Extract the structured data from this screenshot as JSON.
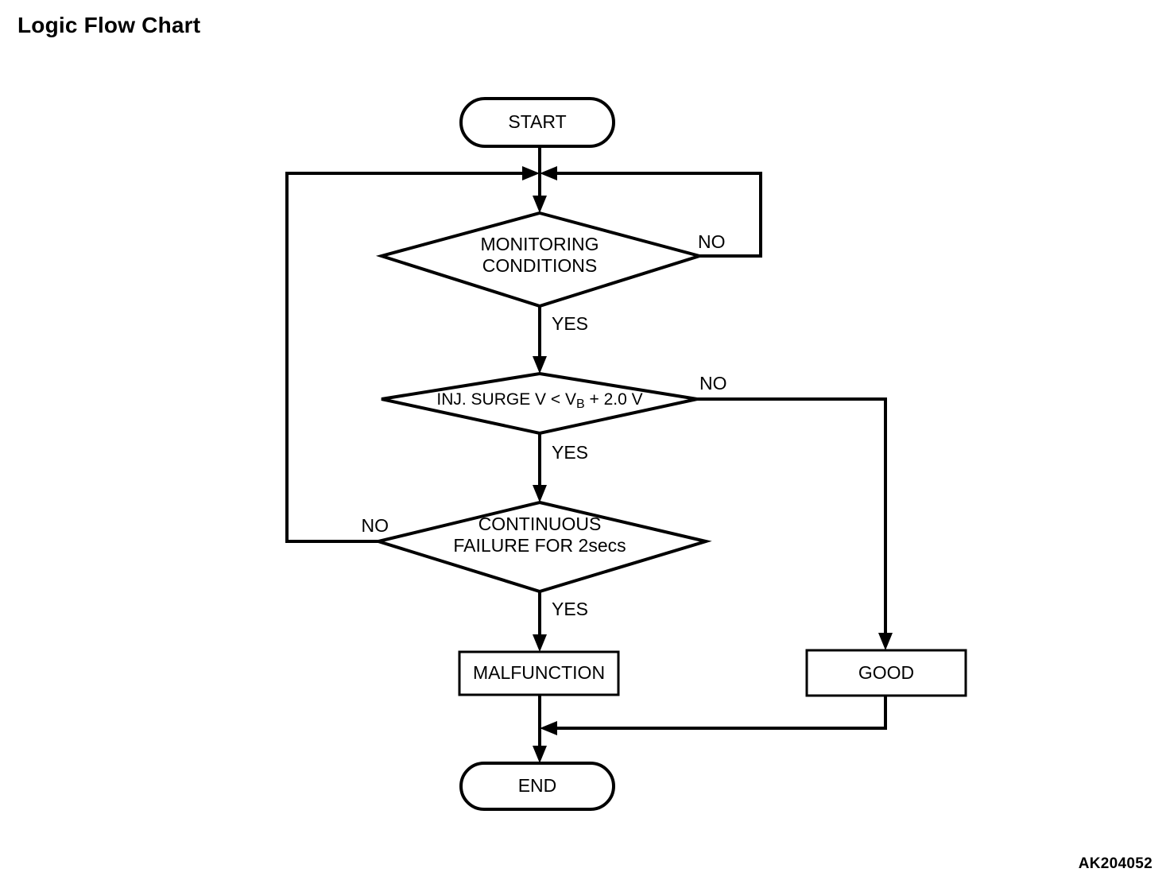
{
  "page": {
    "title": "Logic Flow Chart",
    "figure_code": "AK204052",
    "background_color": "#FFFFFF",
    "line_color": "#000000"
  },
  "chart_data": {
    "type": "diagram",
    "diagram_kind": "flowchart",
    "title": "Logic Flow Chart",
    "nodes": [
      {
        "id": "start",
        "shape": "terminator",
        "label": "START"
      },
      {
        "id": "monitoring",
        "shape": "decision",
        "label_line1": "MONITORING",
        "label_line2": "CONDITIONS"
      },
      {
        "id": "inj_surge",
        "shape": "decision",
        "label_line1": "INJ. SURGE V < V",
        "label_sub": "B",
        "label_line1_tail": " + 2.0 V"
      },
      {
        "id": "continuous",
        "shape": "decision",
        "label_line1": "CONTINUOUS",
        "label_line2": "FAILURE FOR 2secs"
      },
      {
        "id": "malfunction",
        "shape": "process",
        "label": "MALFUNCTION"
      },
      {
        "id": "good",
        "shape": "process",
        "label": "GOOD"
      },
      {
        "id": "end",
        "shape": "terminator",
        "label": "END"
      }
    ],
    "edges": [
      {
        "from": "start",
        "to": "monitoring",
        "label": ""
      },
      {
        "from": "monitoring",
        "to": "loop_top",
        "label": "NO"
      },
      {
        "from": "monitoring",
        "to": "inj_surge",
        "label": "YES"
      },
      {
        "from": "inj_surge",
        "to": "good",
        "label": "NO"
      },
      {
        "from": "inj_surge",
        "to": "continuous",
        "label": "YES"
      },
      {
        "from": "continuous",
        "to": "loop_top",
        "label": "NO"
      },
      {
        "from": "continuous",
        "to": "malfunction",
        "label": "YES"
      },
      {
        "from": "malfunction",
        "to": "end",
        "label": ""
      },
      {
        "from": "good",
        "to": "end",
        "label": ""
      }
    ],
    "edge_labels": {
      "monitoring_no": "NO",
      "monitoring_yes": "YES",
      "inj_surge_no": "NO",
      "inj_surge_yes": "YES",
      "continuous_no": "NO",
      "continuous_yes": "YES"
    }
  }
}
